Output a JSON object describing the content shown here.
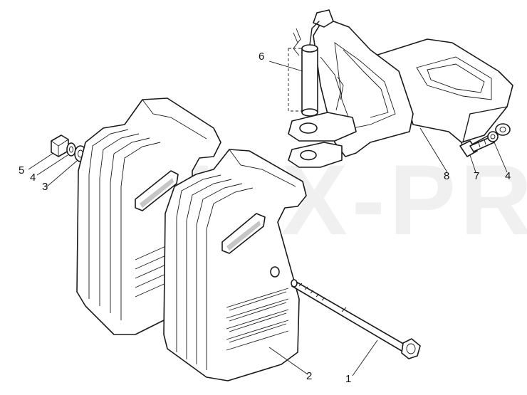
{
  "watermark": "LFTX-PRO",
  "callouts": {
    "c1": "1",
    "c2": "2",
    "c3": "3",
    "c4a": "4",
    "c4b": "4",
    "c5": "5",
    "c6": "6",
    "c7": "7",
    "c8": "8"
  }
}
